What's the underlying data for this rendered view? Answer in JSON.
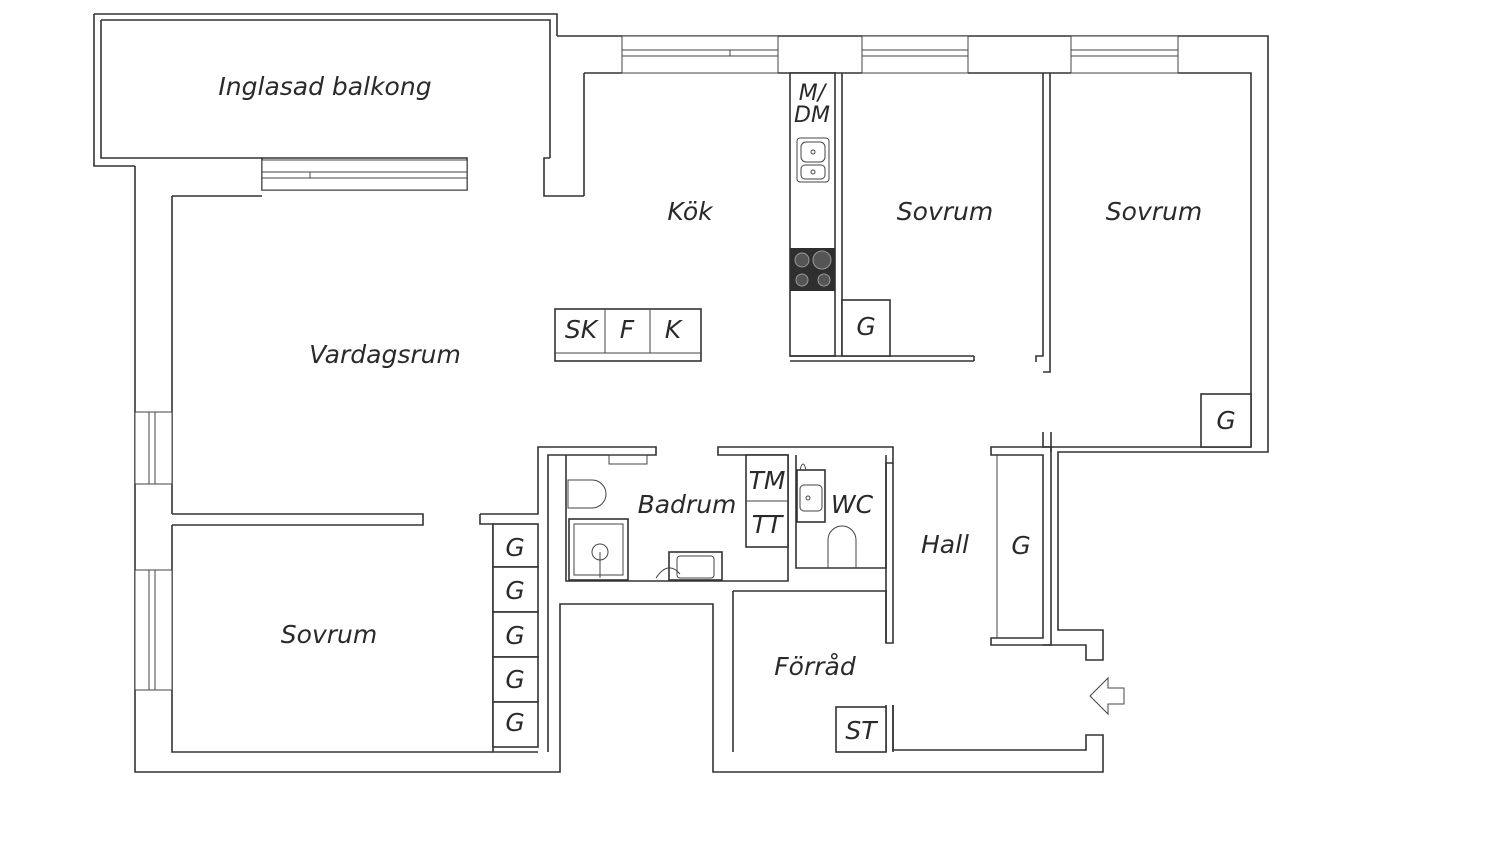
{
  "rooms": {
    "balcony": "Inglasad balkong",
    "kitchen": "Kök",
    "bedroom_1": "Sovrum",
    "bedroom_2": "Sovrum",
    "bedroom_3": "Sovrum",
    "living_room": "Vardagsrum",
    "bathroom": "Badrum",
    "wc": "WC",
    "hall": "Hall",
    "storage": "Förråd"
  },
  "fixtures": {
    "dishwasher": "M/\nDM",
    "dishwasher_line1": "M/",
    "dishwasher_line2": "DM",
    "freezer": "SK",
    "fridge": "F",
    "refrigerator": "K",
    "washer": "TM",
    "dryer": "TT",
    "storage_cabinet": "ST"
  },
  "wardrobes": {
    "bedroom_1": "G",
    "bedroom_2": "G",
    "hall": "G",
    "bedroom_3": [
      "G",
      "G",
      "G",
      "G",
      "G"
    ]
  },
  "entrance": "entrance-arrow-icon"
}
